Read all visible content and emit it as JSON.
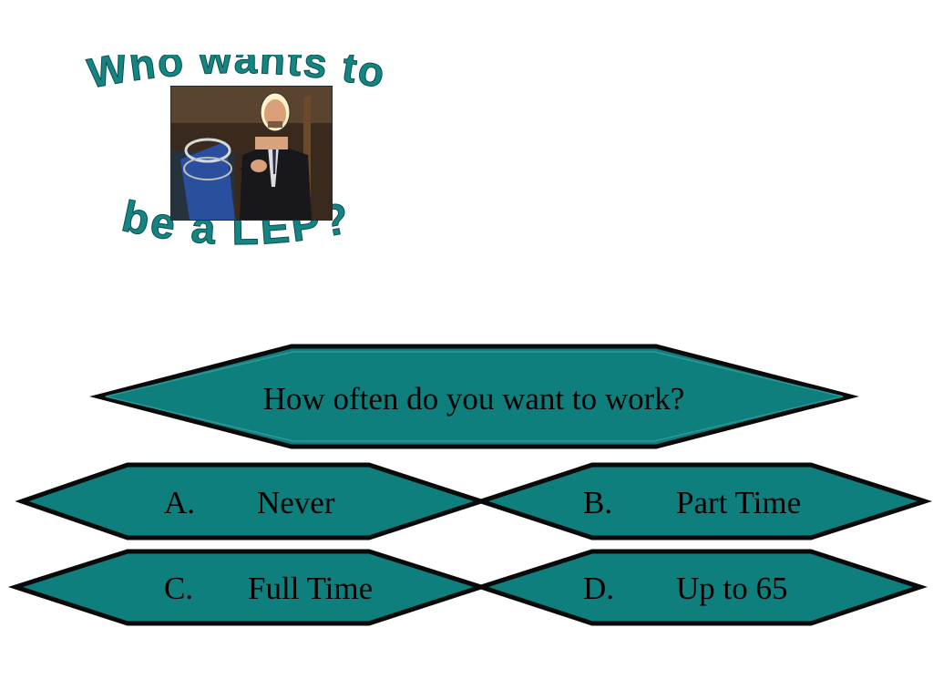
{
  "logo": {
    "top_arc_text": "Who wants to",
    "bottom_arc_text": "be a LEP?",
    "photo_description": "host-photo"
  },
  "question": {
    "text": "How often do you want to work?"
  },
  "answers": [
    {
      "letter": "A.",
      "text": "Never"
    },
    {
      "letter": "B.",
      "text": "Part Time"
    },
    {
      "letter": "C.",
      "text": "Full Time"
    },
    {
      "letter": "D.",
      "text": "Up to 65"
    }
  ],
  "colors": {
    "shape_fill": "#0f7f7d",
    "shape_border": "#0a0a0a",
    "logo_text": "#138582",
    "background": "#ffffff"
  }
}
